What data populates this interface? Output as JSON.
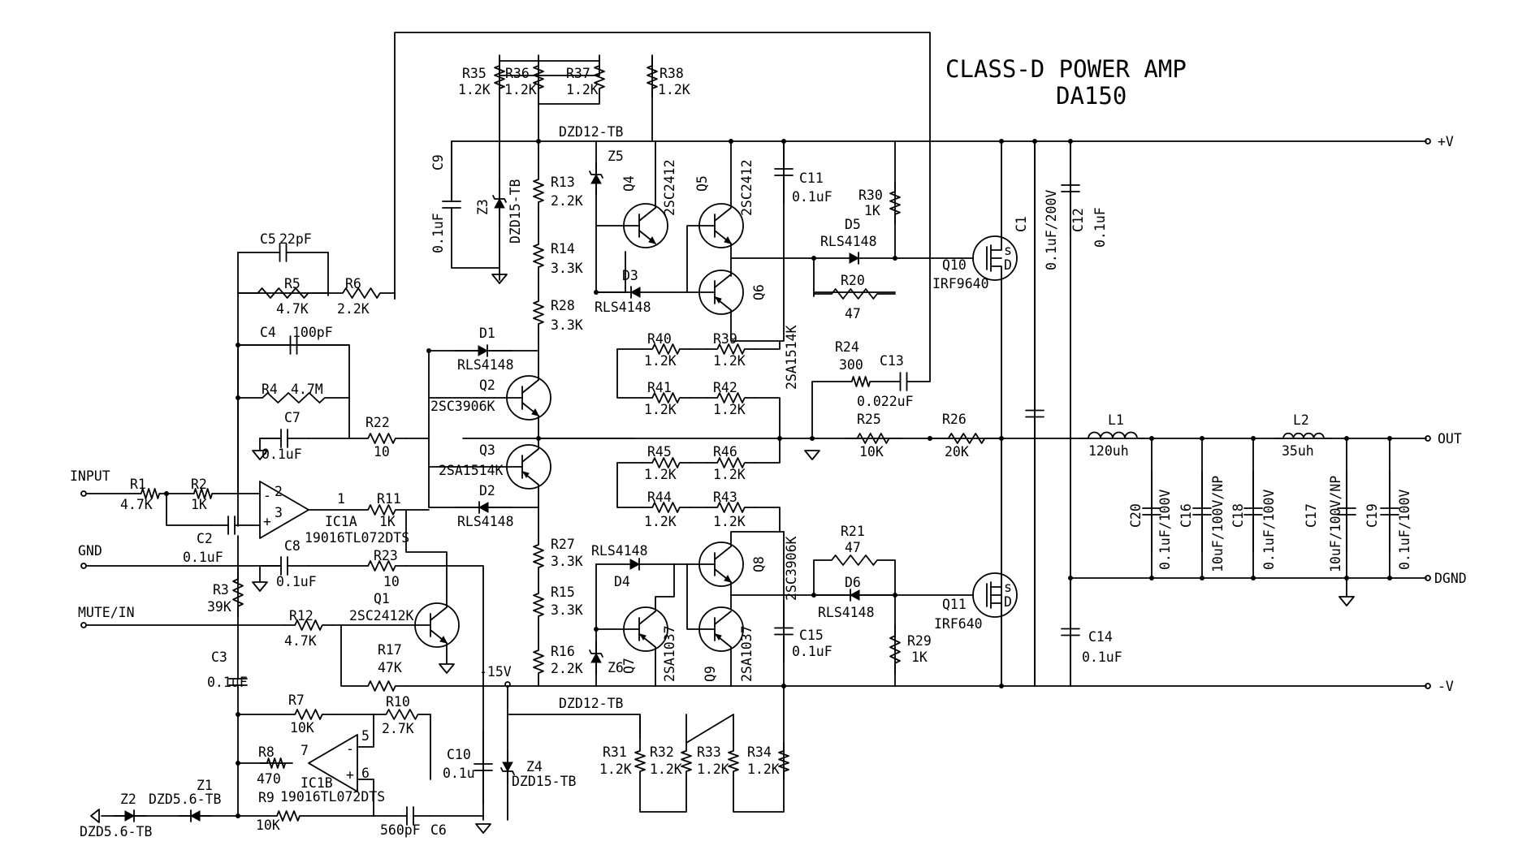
{
  "title": {
    "line1": "CLASS-D POWER AMP",
    "line2": "DA150"
  },
  "ports": {
    "vplus": "+V",
    "vminus": "-V",
    "out": "OUT",
    "dgnd": "DGND",
    "input": "INPUT",
    "gnd": "GND",
    "mute": "MUTE/IN",
    "dzd_out": "DZD5.6-TB",
    "m15": "-15V"
  },
  "parts": {
    "r35": "R35",
    "r35v": "1.2K",
    "r36": "R36",
    "r36v": "1.2K",
    "r37": "R37",
    "r37v": "1.2K",
    "r38": "R38",
    "r38v": "1.2K",
    "dzd12_top": "DZD12-TB",
    "z5": "Z5",
    "c9": "C9",
    "c9v": "0.1uF",
    "z3": "Z3",
    "z3v": "DZD15-TB",
    "r13": "R13",
    "r13v": "2.2K",
    "r14": "R14",
    "r14v": "3.3K",
    "r28": "R28",
    "r28v": "3.3K",
    "q4": "Q4",
    "q4v": "2SC2412",
    "q5": "Q5",
    "q5v": "2SC2412",
    "q6": "Q6",
    "q6v": "2SA1514K",
    "d3": "D3",
    "d3v": "RLS4148",
    "c11": "C11",
    "c11v": "0.1uF",
    "r30": "R30",
    "r30v": "1K",
    "d5": "D5",
    "d5v": "RLS4148",
    "r20": "R20",
    "r20v": "47",
    "q10": "Q10",
    "q10v": "IRF9640",
    "c1": "C1",
    "c1v": "0.1uF/200V",
    "c12": "C12",
    "c12v": "0.1uF",
    "c5": "C5",
    "c5v": "22pF",
    "r5": "R5",
    "r5v": "4.7K",
    "r6": "R6",
    "r6v": "2.2K",
    "c4": "C4",
    "c4v": "100pF",
    "r4": "R4",
    "r4v": "4.7M",
    "c7": "C7",
    "c7v": "0.1uF",
    "r22": "R22",
    "r22v": "10",
    "d1": "D1",
    "d1v": "RLS4148",
    "q2": "Q2",
    "q2v": "2SC3906K",
    "q3": "Q3",
    "q3v": "2SA1514K",
    "d2": "D2",
    "d2v": "RLS4148",
    "r40": "R40",
    "r40v": "1.2K",
    "r39": "R39",
    "r39v": "1.2K",
    "r41": "R41",
    "r41v": "1.2K",
    "r42": "R42",
    "r42v": "1.2K",
    "r24": "R24",
    "r24v": "300",
    "c13": "C13",
    "c13v": "0.022uF",
    "r25": "R25",
    "r25v": "10K",
    "r26": "R26",
    "r26v": "20K",
    "l1": "L1",
    "l1v": "120uh",
    "l2": "L2",
    "l2v": "35uh",
    "r45": "R45",
    "r45v": "1.2K",
    "r46": "R46",
    "r46v": "1.2K",
    "r44": "R44",
    "r44v": "1.2K",
    "r43": "R43",
    "r43v": "1.2K",
    "r1": "R1",
    "r1v": "4.7K",
    "r2": "R2",
    "r2v": "1K",
    "c2": "C2",
    "c2v": "0.1uF",
    "ic1a": "IC1A",
    "ic1av": "19016TL072DTS",
    "r11": "R11",
    "r11v": "1K",
    "c8": "C8",
    "c8v": "0.1uF",
    "r23": "R23",
    "r23v": "10",
    "r27": "R27",
    "r27v": "3.3K",
    "r15": "R15",
    "r15v": "3.3K",
    "r16": "R16",
    "r16v": "2.2K",
    "d4": "D4",
    "d4v": "RLS4148",
    "z6": "Z6",
    "q7": "Q7",
    "q7v": "2SA1037",
    "q8": "Q8",
    "q8v": "2SC3906K",
    "q9": "Q9",
    "q9v": "2SA1037",
    "r21": "R21",
    "r21v": "47",
    "d6": "D6",
    "d6v": "RLS4148",
    "q11": "Q11",
    "q11v": "IRF640",
    "c15": "C15",
    "c15v": "0.1uF",
    "r29": "R29",
    "r29v": "1K",
    "c14": "C14",
    "c14v": "0.1uF",
    "c20": "C20",
    "c20v": "0.1uF/100V",
    "c16": "C16",
    "c16v": "10uF/100V/NP",
    "c18": "C18",
    "c18v": "0.1uF/100V",
    "c17": "C17",
    "c17v": "10uF/100V/NP",
    "c19": "C19",
    "c19v": "0.1uF/100V",
    "r3": "R3",
    "r3v": "39K",
    "r12": "R12",
    "r12v": "4.7K",
    "q1": "Q1",
    "q1v": "2SC2412K",
    "r17": "R17",
    "r17v": "47K",
    "c3": "C3",
    "c3v": "0.1uF",
    "r7": "R7",
    "r7v": "10K",
    "r10": "R10",
    "r10v": "2.7K",
    "r8": "R8",
    "r8v": "470",
    "ic1b": "IC1B",
    "ic1bv": "19016TL072DTS",
    "r9": "R9",
    "r9v": "10K",
    "c6": "C6",
    "c6v": "560pF",
    "c10": "C10",
    "c10v": "0.1u",
    "z4": "Z4",
    "z4v": "DZD15-TB",
    "dzd12_bot": "DZD12-TB",
    "r31": "R31",
    "r31v": "1.2K",
    "r32": "R32",
    "r32v": "1.2K",
    "r33": "R33",
    "r33v": "1.2K",
    "r34": "R34",
    "r34v": "1.2K",
    "z1": "Z1",
    "z1v": "DZD5.6-TB",
    "z2": "Z2",
    "pin2": "2",
    "pin3": "3",
    "pin1": "1",
    "pin5": "5",
    "pin6": "6",
    "pin7": "7"
  }
}
